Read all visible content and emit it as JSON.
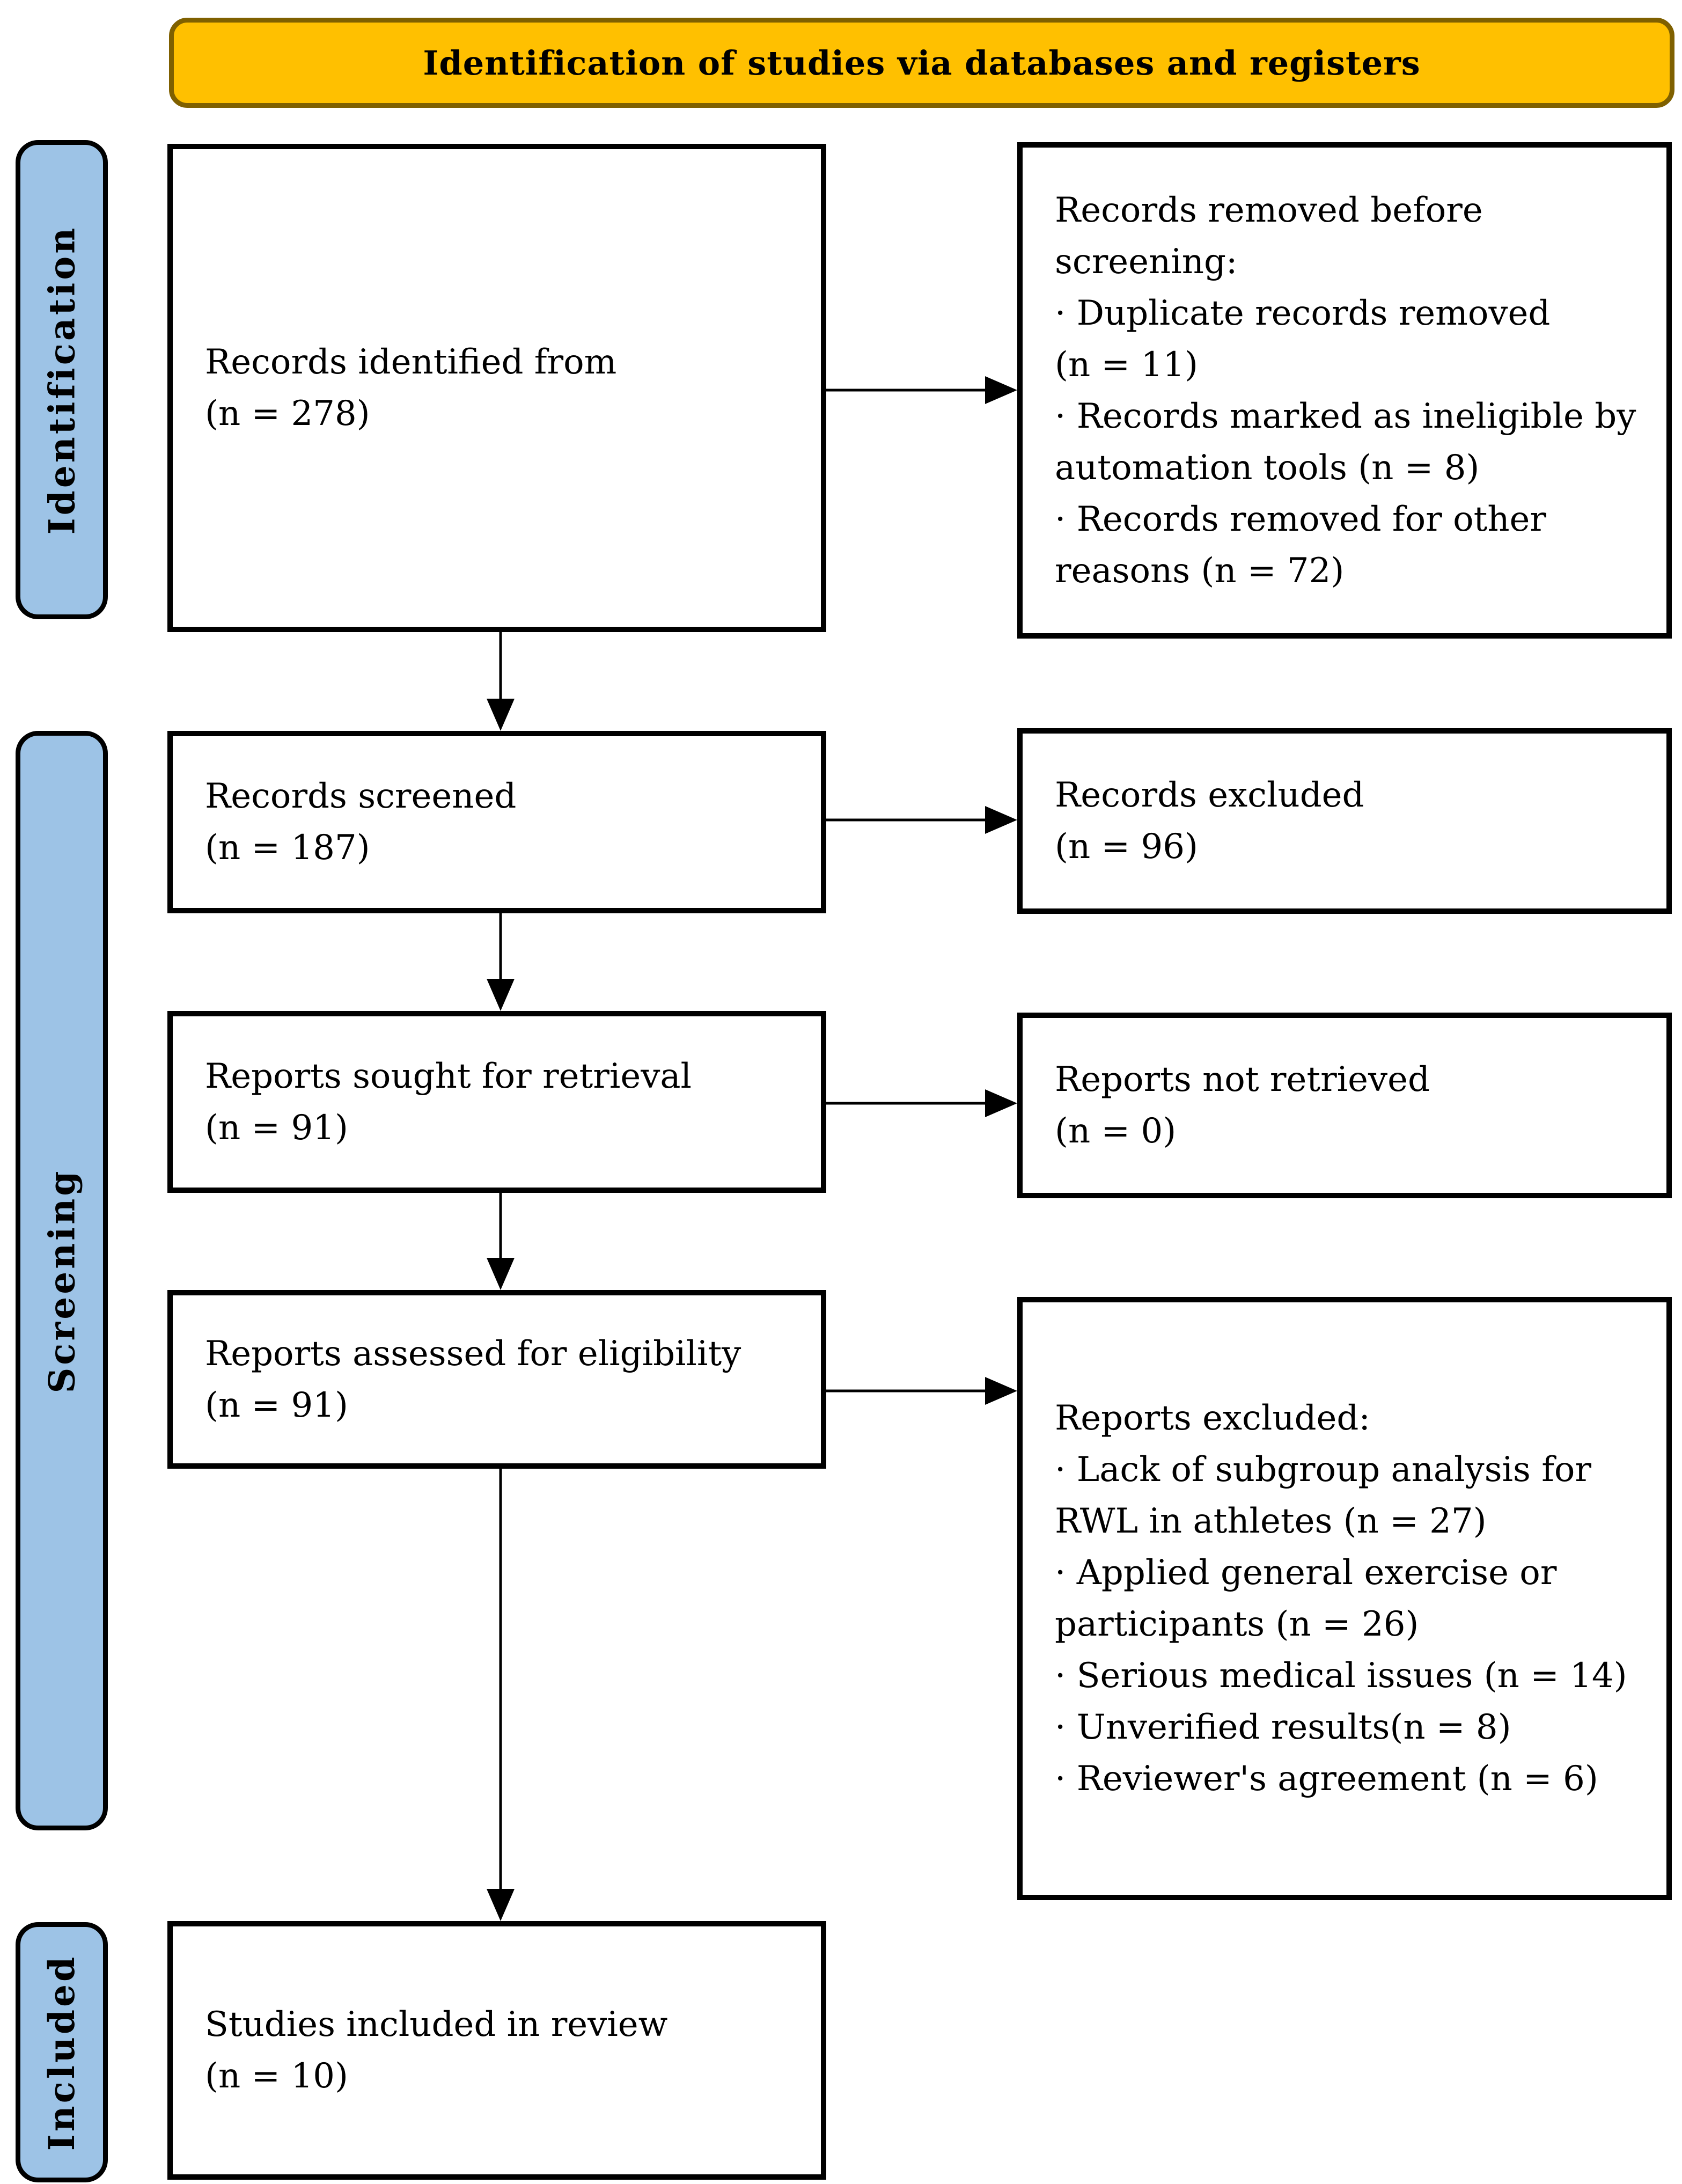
{
  "banner": {
    "label": "Identification of studies via databases and registers",
    "fill": "#FFC000",
    "border_color": "#7F6000"
  },
  "stages": {
    "fill": "#9DC3E6",
    "identification": "Identification",
    "screening": "Screening",
    "included": "Included"
  },
  "flow": {
    "left": [
      {
        "text": "Records identified from\n(n = 278)"
      },
      {
        "text": "Records screened\n(n = 187)"
      },
      {
        "text": "Reports sought for retrieval\n(n = 91)"
      },
      {
        "text": "Reports assessed for eligibility\n(n = 91)"
      },
      {
        "text": "Studies included in review\n(n = 10)"
      }
    ],
    "right": [
      {
        "text": "Records removed before\nscreening:\n· Duplicate records removed\n(n = 11)\n· Records marked as ineligible by\nautomation tools (n = 8)\n· Records removed for other\nreasons (n = 72)"
      },
      {
        "text": "Records excluded\n(n = 96)"
      },
      {
        "text": "Reports not retrieved\n(n = 0)"
      },
      {
        "text": "Reports excluded:\n· Lack of subgroup analysis for\nRWL in athletes (n = 27)\n· Applied general exercise or\nparticipants (n = 26)\n· Serious medical issues (n = 14)\n· Unverified results(n = 8)\n· Reviewer's agreement (n = 6)"
      }
    ]
  }
}
